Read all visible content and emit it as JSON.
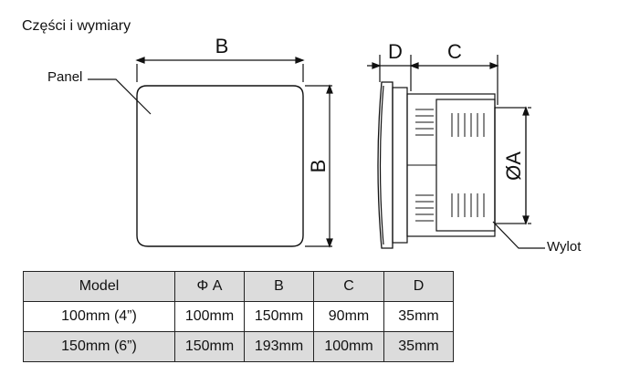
{
  "heading": "Części i wymiary",
  "labels": {
    "panel": "Panel",
    "outlet": "Wylot"
  },
  "dimensions": {
    "front_width": "B",
    "front_height": "B",
    "depth_d": "D",
    "depth_c": "C",
    "diameter": "ØA"
  },
  "table": {
    "headers": [
      "Model",
      "Φ  A",
      "B",
      "C",
      "D"
    ],
    "rows": [
      [
        "100mm (4”)",
        "100mm",
        "150mm",
        "90mm",
        "35mm"
      ],
      [
        "150mm (6”)",
        "150mm",
        "193mm",
        "100mm",
        "35mm"
      ]
    ]
  }
}
